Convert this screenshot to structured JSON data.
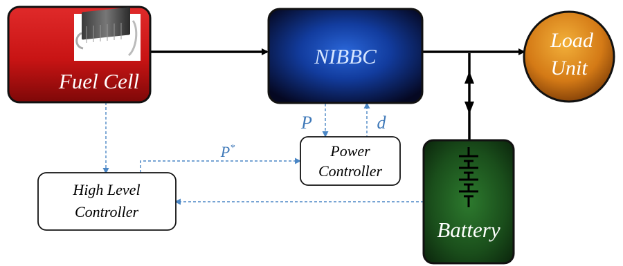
{
  "blocks": {
    "fuel_cell": "Fuel Cell",
    "converter": "NIBBC",
    "load": [
      "Load",
      "Unit"
    ],
    "battery": "Battery",
    "power_controller": [
      "Power",
      "Controller"
    ],
    "high_level_controller": [
      "High Level",
      "Controller"
    ]
  },
  "signals": {
    "power": "P",
    "duty": "d",
    "power_ref_base": "P",
    "power_ref_sup": "*"
  },
  "colors": {
    "fuel_cell": "#d41e1e",
    "converter": "#0a1a66",
    "load": "#d9821c",
    "battery": "#1b5a1d",
    "signal_line": "#4a86c5",
    "power_line": "#000000"
  }
}
